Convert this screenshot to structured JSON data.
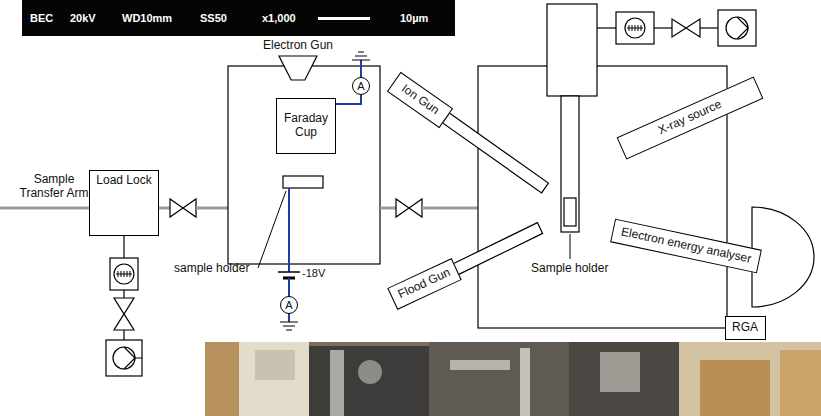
{
  "diagram": {
    "nodes": [
      {
        "text": [
          "Electron Gun"
        ]
      },
      {
        "text": [
          "A"
        ]
      },
      {
        "text": [
          "Faraday Cup"
        ]
      },
      {
        "text": [
          "Ion Gun"
        ]
      },
      {
        "text": [
          "X-ray source"
        ]
      },
      {
        "text": [
          "Load Lock"
        ]
      },
      {
        "text": [
          "Electron energy analyser"
        ]
      },
      {
        "text": [
          "Flood Gun"
        ]
      },
      {
        "text": [
          "A"
        ]
      },
      {
        "text": [
          "RGA"
        ]
      }
    ],
    "edges": [
      {
        "from": 2,
        "to": 1,
        "arrow": "none"
      }
    ],
    "labels": [
      "BEC",
      "20kV",
      "WD10mm",
      "SS50",
      "x1,000",
      "10µm",
      "Sample Transfer Arm",
      "sample holder",
      "-18V",
      "Sample holder"
    ]
  }
}
